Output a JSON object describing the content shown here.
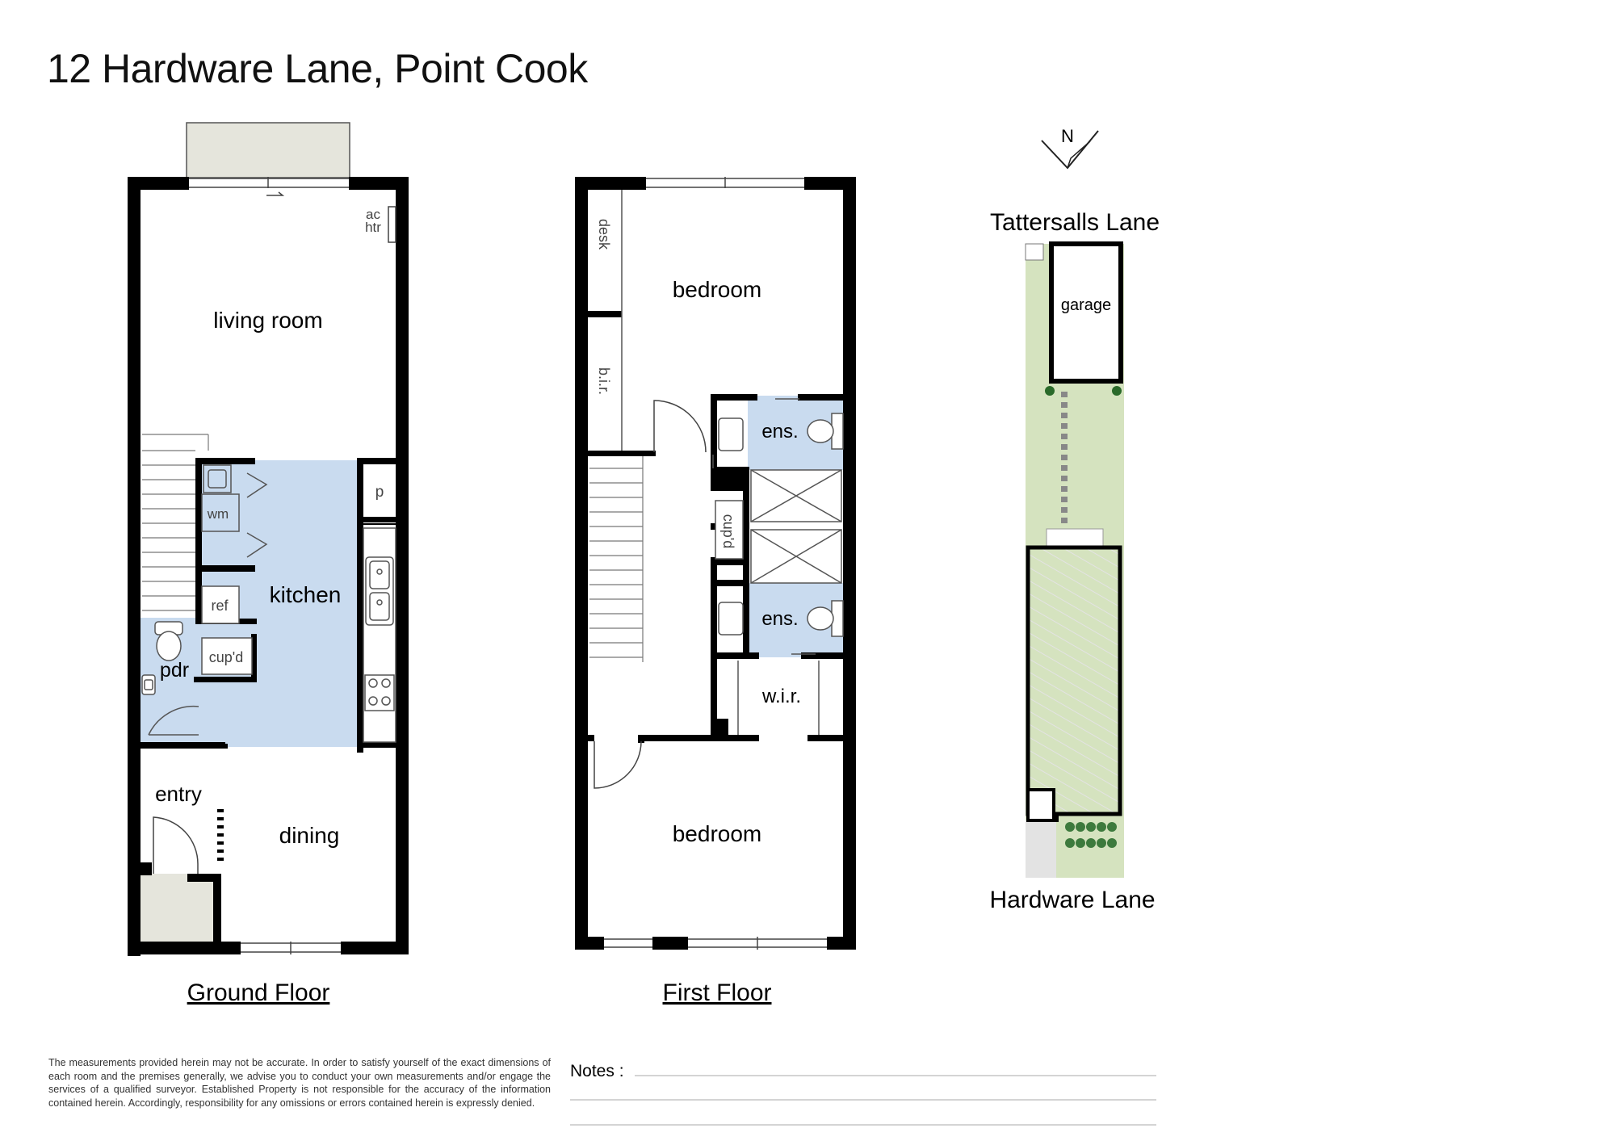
{
  "title": "12 Hardware Lane, Point Cook",
  "ground_floor": {
    "caption": "Ground Floor",
    "rooms": {
      "living": "living room",
      "kitchen": "kitchen",
      "pdr": "pdr",
      "entry": "entry",
      "dining": "dining",
      "ac": "ac",
      "htr": "htr",
      "wm": "wm",
      "ref": "ref",
      "cupd": "cup'd",
      "pantry": "p"
    }
  },
  "first_floor": {
    "caption": "First Floor",
    "rooms": {
      "bedroom_top": "bedroom",
      "bedroom_bottom": "bedroom",
      "desk": "desk",
      "bir": "b.i.r.",
      "ens_top": "ens.",
      "ens_bottom": "ens.",
      "cupd": "cup'd",
      "wir": "w.i.r."
    }
  },
  "site_plan": {
    "north": "N",
    "street_top": "Tattersalls Lane",
    "street_bottom": "Hardware Lane",
    "garage": "garage"
  },
  "notes_label": "Notes :",
  "disclaimer": "The measurements provided herein may not be accurate. In order to satisfy yourself of the exact dimensions of each room and the premises generally, we advise you to conduct your own measurements and/or engage the services of a qualified surveyor. Established Property is not responsible for the accuracy of the information contained herein. Accordingly, responsibility for any omissions or errors contained herein is expressly denied.",
  "colors": {
    "wet_area": "#c9dbef",
    "garden": "#d5e3bf",
    "paving": "#e5e5dc",
    "wall": "#000000"
  }
}
